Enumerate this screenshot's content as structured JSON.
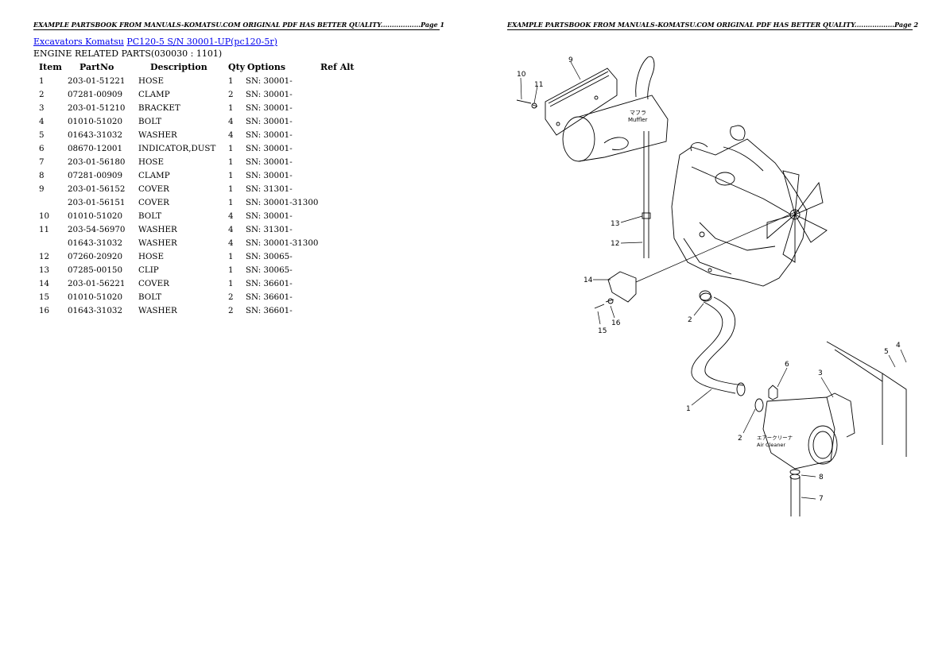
{
  "header": {
    "page1": "EXAMPLE PARTSBOOK FROM MANUALS-KOMATSU.COM ORIGINAL PDF HAS BETTER QUALITY..................Page 1",
    "page2": "EXAMPLE PARTSBOOK FROM MANUALS-KOMATSU.COM ORIGINAL PDF HAS BETTER QUALITY..................Page 2"
  },
  "breadcrumb": {
    "category_link": "Excavators Komatsu",
    "model_link": "PC120-5 S/N  30001-UP(pc120-5r)"
  },
  "section_title": "ENGINE RELATED PARTS(030030 : 1101)",
  "table": {
    "columns": [
      "Item",
      "PartNo",
      "Description",
      "Qty",
      "Options",
      "Ref Alt"
    ],
    "rows": [
      {
        "item": "1",
        "part": "203-01-51221",
        "desc": "HOSE",
        "qty": "1",
        "opt": "SN: 30001-"
      },
      {
        "item": "2",
        "part": "07281-00909",
        "desc": "CLAMP",
        "qty": "2",
        "opt": "SN: 30001-"
      },
      {
        "item": "3",
        "part": "203-01-51210",
        "desc": "BRACKET",
        "qty": "1",
        "opt": "SN: 30001-"
      },
      {
        "item": "4",
        "part": "01010-51020",
        "desc": "BOLT",
        "qty": "4",
        "opt": "SN: 30001-"
      },
      {
        "item": "5",
        "part": "01643-31032",
        "desc": "WASHER",
        "qty": "4",
        "opt": "SN: 30001-"
      },
      {
        "item": "6",
        "part": "08670-12001",
        "desc": "INDICATOR,DUST",
        "qty": "1",
        "opt": "SN: 30001-"
      },
      {
        "item": "7",
        "part": "203-01-56180",
        "desc": "HOSE",
        "qty": "1",
        "opt": "SN: 30001-"
      },
      {
        "item": "8",
        "part": "07281-00909",
        "desc": "CLAMP",
        "qty": "1",
        "opt": "SN: 30001-"
      },
      {
        "item": "9",
        "part": "203-01-56152",
        "desc": "COVER",
        "qty": "1",
        "opt": "SN: 31301-"
      },
      {
        "item": "",
        "part": "203-01-56151",
        "desc": "COVER",
        "qty": "1",
        "opt": "SN: 30001-31300"
      },
      {
        "item": "10",
        "part": "01010-51020",
        "desc": "BOLT",
        "qty": "4",
        "opt": "SN: 30001-"
      },
      {
        "item": "11",
        "part": "203-54-56970",
        "desc": "WASHER",
        "qty": "4",
        "opt": "SN: 31301-"
      },
      {
        "item": "",
        "part": "01643-31032",
        "desc": "WASHER",
        "qty": "4",
        "opt": "SN: 30001-31300"
      },
      {
        "item": "12",
        "part": "07260-20920",
        "desc": "HOSE",
        "qty": "1",
        "opt": "SN: 30065-"
      },
      {
        "item": "13",
        "part": "07285-00150",
        "desc": "CLIP",
        "qty": "1",
        "opt": "SN: 30065-"
      },
      {
        "item": "14",
        "part": "203-01-56221",
        "desc": "COVER",
        "qty": "1",
        "opt": "SN: 36601-"
      },
      {
        "item": "15",
        "part": "01010-51020",
        "desc": "BOLT",
        "qty": "2",
        "opt": "SN: 36601-"
      },
      {
        "item": "16",
        "part": "01643-31032",
        "desc": "WASHER",
        "qty": "2",
        "opt": "SN: 36601-"
      }
    ]
  },
  "diagram": {
    "muffler_label": "Muffler",
    "muffler_jp": "マフラ",
    "air_cleaner_label": "Air Cleaner",
    "air_cleaner_jp": "エアークリーナ",
    "callouts": [
      "1",
      "2",
      "2",
      "3",
      "4",
      "5",
      "6",
      "7",
      "8",
      "9",
      "10",
      "11",
      "12",
      "13",
      "14",
      "15",
      "16"
    ]
  }
}
